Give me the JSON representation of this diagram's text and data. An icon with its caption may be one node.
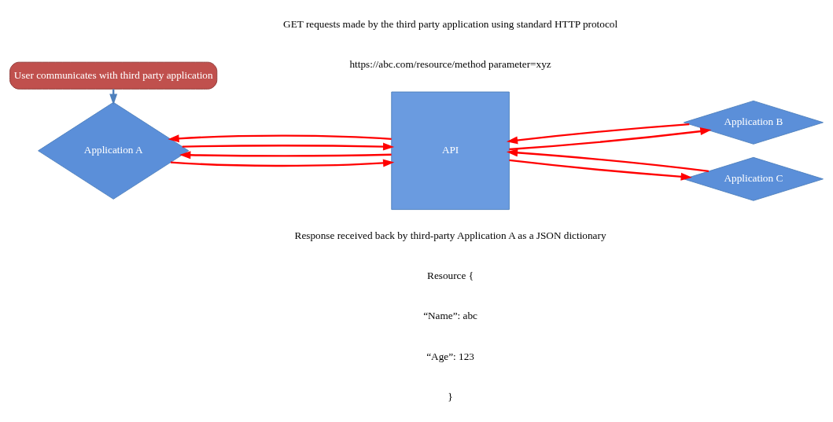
{
  "diagram": {
    "nodes": [
      {
        "text": [
          "User communicates with third party application"
        ]
      },
      {
        "text": [
          "Application A"
        ]
      },
      {
        "text": [
          "API"
        ]
      },
      {
        "text": [
          "Application B"
        ]
      },
      {
        "text": [
          "Application C"
        ]
      }
    ],
    "edges": [
      {
        "from": 0,
        "to": 1,
        "arrow": "to",
        "color": "#4f81bd"
      },
      {
        "from": 1,
        "to": 2,
        "arrow": "to"
      },
      {
        "from": 2,
        "to": 3,
        "arrow": "to"
      },
      {
        "from": 3,
        "to": 2,
        "arrow": "to"
      },
      {
        "from": 2,
        "to": 1,
        "arrow": "to"
      },
      {
        "from": 1,
        "to": 2,
        "arrow": "to"
      },
      {
        "from": 2,
        "to": 4,
        "arrow": "to"
      },
      {
        "from": 4,
        "to": 2,
        "arrow": "to"
      },
      {
        "from": 2,
        "to": 1,
        "arrow": "to"
      }
    ],
    "labels": [
      "GET requests made by the third party application using standard HTTP protocol",
      "https://abc.com/resource/method parameter=xyz",
      "Response received back by third-party Application A as a JSON dictionary",
      "Resource {",
      "“Name”: abc",
      "“Age”: 123",
      "}"
    ]
  }
}
